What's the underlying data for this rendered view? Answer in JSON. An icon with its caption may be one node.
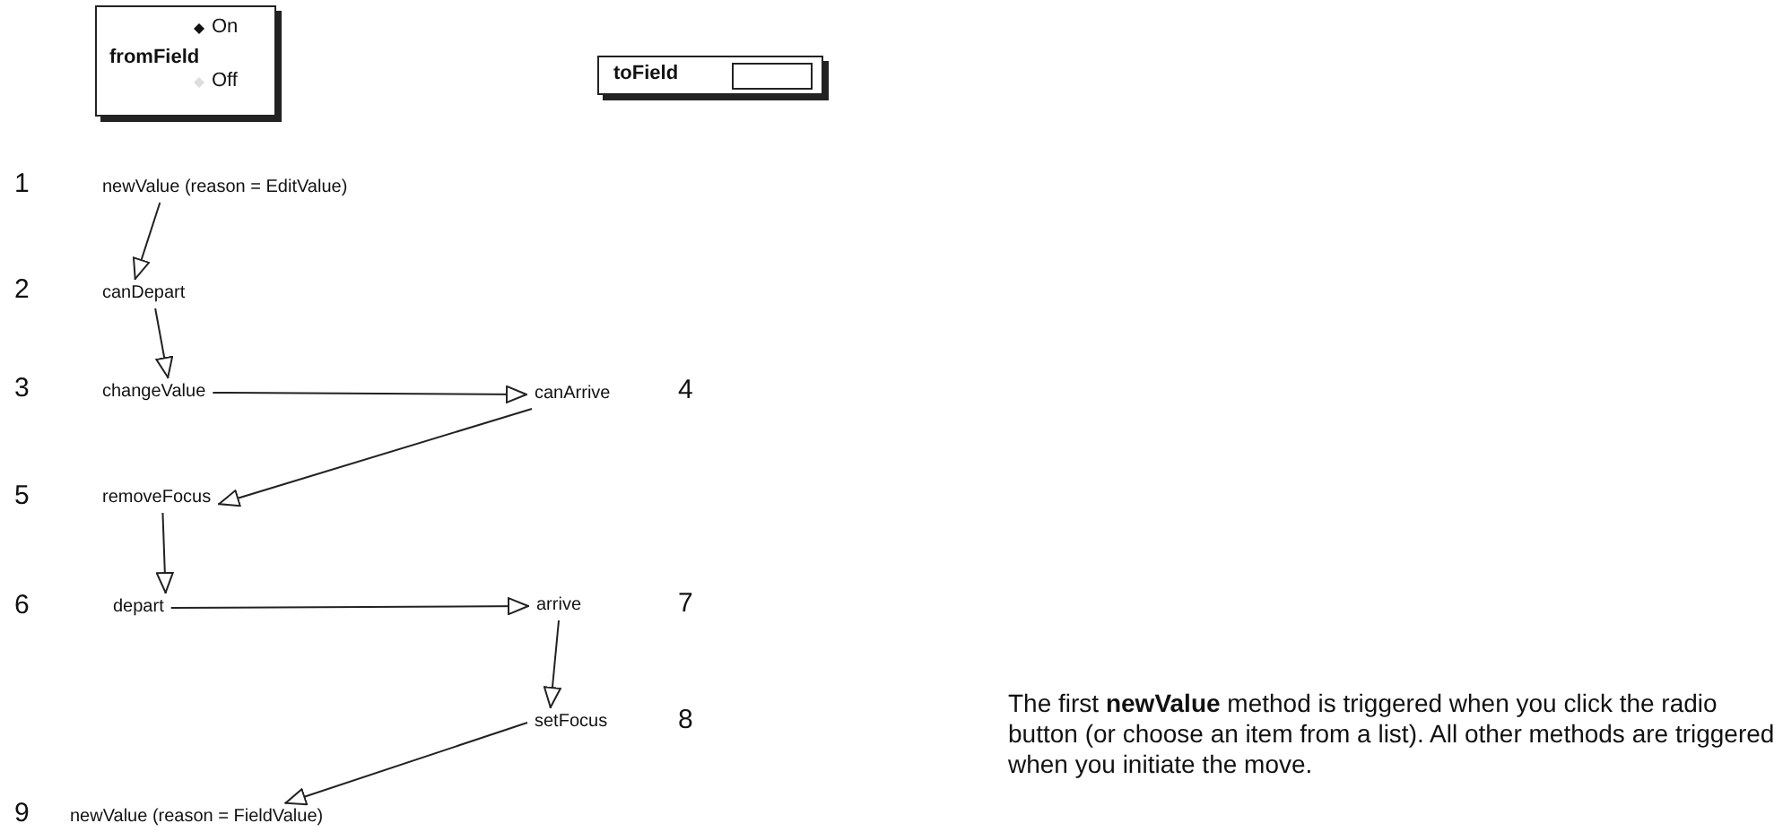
{
  "diagram": {
    "nodes": [
      {
        "text": [
          "fromField",
          "On",
          "Off"
        ]
      },
      {
        "text": [
          "toField"
        ]
      },
      {
        "text": [
          "newValue (reason = EditValue)"
        ],
        "beside": [
          "1"
        ]
      },
      {
        "text": [
          "canDepart"
        ],
        "beside": [
          "2"
        ]
      },
      {
        "text": [
          "changeValue"
        ],
        "beside": [
          "3"
        ]
      },
      {
        "text": [
          "canArrive"
        ],
        "beside": [
          "4"
        ]
      },
      {
        "text": [
          "removeFocus"
        ],
        "beside": [
          "5"
        ]
      },
      {
        "text": [
          "depart"
        ],
        "beside": [
          "6"
        ]
      },
      {
        "text": [
          "arrive"
        ],
        "beside": [
          "7"
        ]
      },
      {
        "text": [
          "setFocus"
        ],
        "beside": [
          "8"
        ]
      },
      {
        "text": [
          "newValue (reason = FieldValue)"
        ],
        "beside": [
          "9"
        ]
      }
    ],
    "edges": [
      {
        "from": 2,
        "to": 3,
        "arrow": "to"
      },
      {
        "from": 3,
        "to": 4,
        "arrow": "to"
      },
      {
        "from": 4,
        "to": 5,
        "arrow": "to"
      },
      {
        "from": 5,
        "to": 6,
        "arrow": "to"
      },
      {
        "from": 6,
        "to": 7,
        "arrow": "to"
      },
      {
        "from": 7,
        "to": 8,
        "arrow": "to"
      },
      {
        "from": 8,
        "to": 9,
        "arrow": "to"
      },
      {
        "from": 9,
        "to": 10,
        "arrow": "to"
      }
    ],
    "labels": [
      "The first **newValue** method is triggered when you click the radio button (or choose an item from a list). All other methods are triggered when you initiate the move."
    ]
  }
}
